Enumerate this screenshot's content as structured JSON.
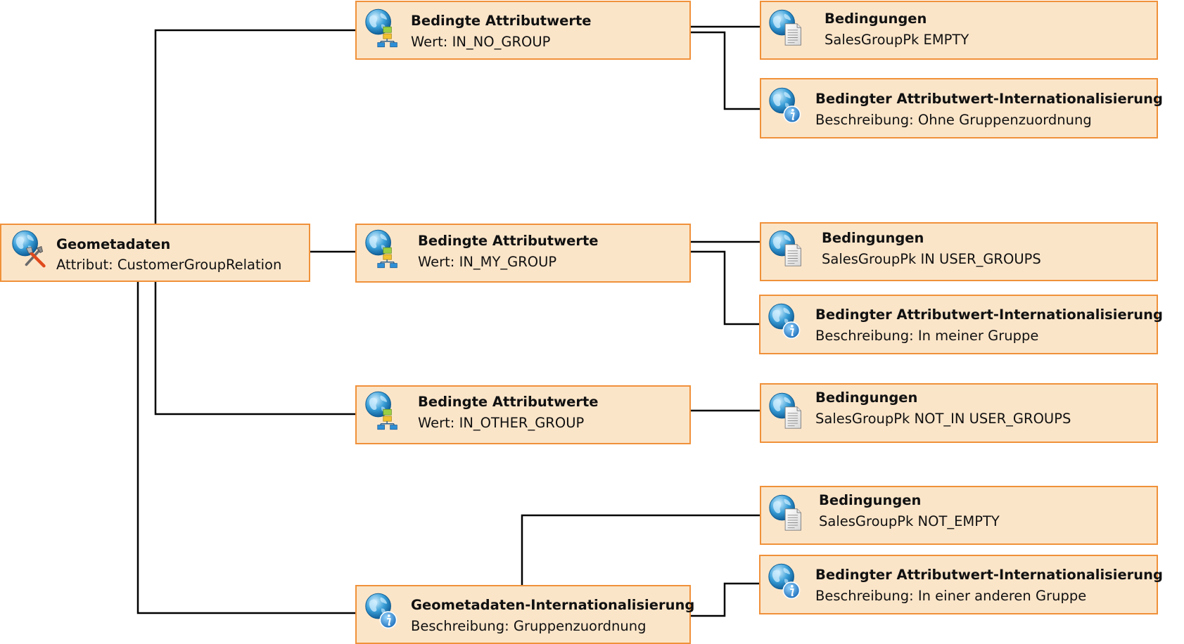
{
  "colors": {
    "node_fill": "#fbe5c9",
    "node_border": "#f0913a",
    "connector": "#000000"
  },
  "nodes": {
    "root": {
      "title": "Geometadaten",
      "subtitle": "Attribut: CustomerGroupRelation",
      "icon": "globe-tools-icon"
    },
    "cav1": {
      "title": "Bedingte Attributwerte",
      "subtitle": "Wert: IN_NO_GROUP",
      "icon": "globe-hierarchy-icon"
    },
    "cav2": {
      "title": "Bedingte Attributwerte",
      "subtitle": "Wert: IN_MY_GROUP",
      "icon": "globe-hierarchy-icon"
    },
    "cav3": {
      "title": "Bedingte Attributwerte",
      "subtitle": "Wert: IN_OTHER_GROUP",
      "icon": "globe-hierarchy-icon"
    },
    "geo_i18n": {
      "title": "Geometadaten-Internationalisierung",
      "subtitle": "Beschreibung: Gruppenzuordnung",
      "icon": "globe-info-icon"
    },
    "cond1": {
      "title": "Bedingungen",
      "subtitle": "SalesGroupPk EMPTY",
      "icon": "globe-document-icon"
    },
    "i18n1": {
      "title": "Bedingter Attributwert-Internationalisierung",
      "subtitle": "Beschreibung: Ohne Gruppenzuordnung",
      "icon": "globe-info-icon"
    },
    "cond2": {
      "title": "Bedingungen",
      "subtitle": "SalesGroupPk IN USER_GROUPS",
      "icon": "globe-document-icon"
    },
    "i18n2": {
      "title": "Bedingter Attributwert-Internationalisierung",
      "subtitle": "Beschreibung: In meiner Gruppe",
      "icon": "globe-info-icon"
    },
    "cond3": {
      "title": "Bedingungen",
      "subtitle": "SalesGroupPk NOT_IN USER_GROUPS",
      "icon": "globe-document-icon"
    },
    "cond4": {
      "title": "Bedingungen",
      "subtitle": "SalesGroupPk NOT_EMPTY",
      "icon": "globe-document-icon"
    },
    "i18n3": {
      "title": "Bedingter Attributwert-Internationalisierung",
      "subtitle": "Beschreibung: In einer anderen Gruppe",
      "icon": "globe-info-icon"
    }
  },
  "edges": [
    [
      "root",
      "cav1"
    ],
    [
      "root",
      "cav2"
    ],
    [
      "root",
      "cav3"
    ],
    [
      "root",
      "geo_i18n"
    ],
    [
      "cav1",
      "cond1"
    ],
    [
      "cav1",
      "i18n1"
    ],
    [
      "cav2",
      "cond2"
    ],
    [
      "cav2",
      "i18n2"
    ],
    [
      "cav3",
      "cond3"
    ],
    [
      "geo_i18n",
      "cond4"
    ],
    [
      "geo_i18n",
      "i18n3"
    ]
  ]
}
